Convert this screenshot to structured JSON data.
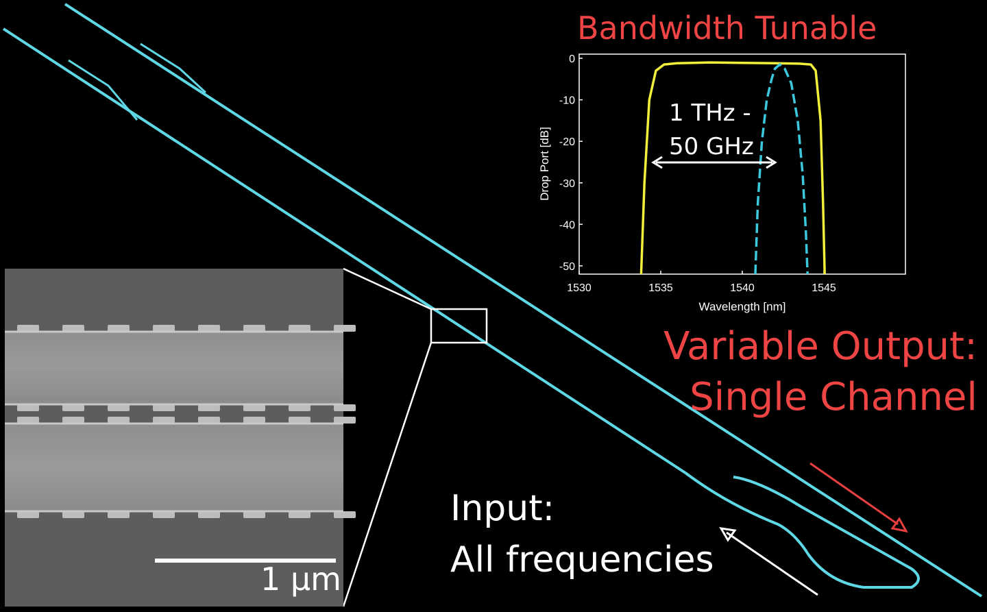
{
  "title": "Bandwidth Tunable",
  "output_label": [
    "Variable Output:",
    "Single Channel"
  ],
  "input_label": [
    "Input:",
    "All frequencies"
  ],
  "bandwidth_annotation": [
    "1 THz -",
    "50 GHz"
  ],
  "scale_bar_label": "1 μm",
  "colors": {
    "waveguide": "#5fd8e6",
    "accent_red": "#ee4444",
    "yellow": "#f2ee3c",
    "cyan": "#3cc8dc"
  },
  "chart_data": {
    "type": "line",
    "title": "",
    "xlabel": "Wavelength [nm]",
    "ylabel": "Drop Port [dB]",
    "xlim": [
      1530,
      1550
    ],
    "ylim": [
      -52,
      1
    ],
    "xticks": [
      1530,
      1535,
      1540,
      1545
    ],
    "yticks": [
      0,
      -10,
      -20,
      -30,
      -40,
      -50
    ],
    "grid": false,
    "legend": "none",
    "series": [
      {
        "color": "#f2ee3c",
        "style": "solid",
        "x": [
          1533.8,
          1534.0,
          1534.3,
          1534.7,
          1535.2,
          1536.0,
          1538.0,
          1540.0,
          1542.0,
          1543.5,
          1544.2,
          1544.5,
          1544.8,
          1544.95,
          1545.05
        ],
        "y": [
          -52,
          -30,
          -10,
          -3,
          -1.5,
          -1.2,
          -1.0,
          -1.1,
          -1.2,
          -1.3,
          -1.5,
          -3,
          -15,
          -35,
          -52
        ]
      },
      {
        "color": "#3cc8dc",
        "style": "dashed",
        "x": [
          1540.8,
          1540.95,
          1541.2,
          1541.5,
          1541.8,
          1542.0,
          1542.3,
          1542.6,
          1543.0,
          1543.4,
          1543.7,
          1543.9,
          1544.0
        ],
        "y": [
          -52,
          -35,
          -20,
          -10,
          -5,
          -2.5,
          -1.5,
          -2.5,
          -6,
          -15,
          -28,
          -42,
          -52
        ]
      }
    ]
  }
}
